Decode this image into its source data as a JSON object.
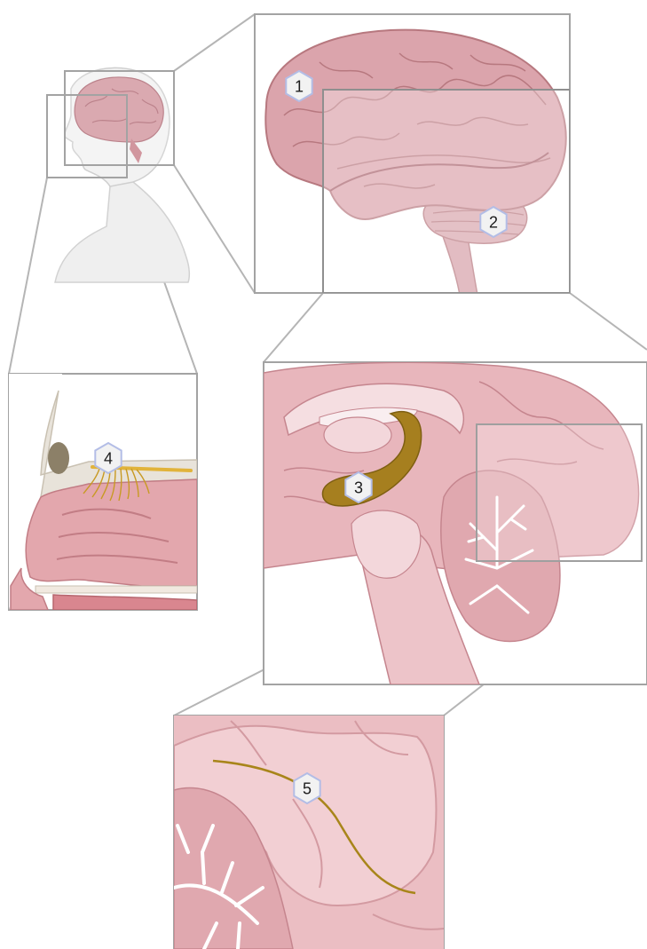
{
  "figure": {
    "colors": {
      "frame": "#a3a3a3",
      "connector": "#b3b3b3",
      "brain": "#d9a3ab",
      "brain_dark": "#b9767f",
      "brain_light": "#f0cfd3",
      "cerebellum": "#e6b9bf",
      "tissue_pale": "#f4dadd",
      "nerve_gold": "#b7860b",
      "hippocampus": "#a57f1e",
      "bone": "#e6e1d8",
      "sinus": "#8c8068",
      "skin": "#dcdcdc",
      "badge_fill": "#f2f2f2",
      "badge_stroke": "#b3bde6"
    },
    "markers": [
      {
        "id": "marker-1",
        "label": "1",
        "icon": "hexagon-badge"
      },
      {
        "id": "marker-2",
        "label": "2",
        "icon": "hexagon-badge"
      },
      {
        "id": "marker-3",
        "label": "3",
        "icon": "hexagon-badge"
      },
      {
        "id": "marker-4",
        "label": "4",
        "icon": "hexagon-badge"
      },
      {
        "id": "marker-5",
        "label": "5",
        "icon": "hexagon-badge"
      }
    ]
  }
}
